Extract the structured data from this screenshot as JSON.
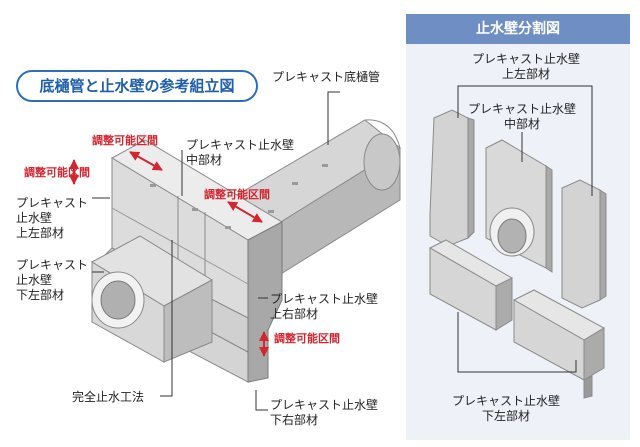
{
  "title": "底樋管と止水壁の参考組立図",
  "panel_title": "止水壁分割図",
  "labels": {
    "precast_culvert": "プレキャスト底樋管",
    "middle_member": "プレキャスト止水壁\n中部材",
    "upper_left": "プレキャスト\n止水壁\n上左部材",
    "lower_left": "プレキャスト\n止水壁\n下左部材",
    "upper_right": "プレキャスト止水壁\n上右部材",
    "lower_right": "プレキャスト止水壁\n下右部材",
    "full_waterstop": "完全止水工法",
    "adjustable_1": "調整可能区間",
    "adjustable_2": "調整可能区間",
    "adjustable_3": "調整可能区間",
    "adjustable_4": "調整可能区間"
  },
  "panel_labels": {
    "upper_left": "プレキャスト止水壁\n上左部材",
    "middle": "プレキャスト止水壁\n中部材",
    "lower_left": "プレキャスト止水壁\n下左部材"
  },
  "colors": {
    "accent_blue": "#2e6fb7",
    "panel_header": "#6f8fc4",
    "panel_bg": "#eef1f7",
    "arrow_red": "#d22630",
    "concrete_light": "#e6e6e6",
    "concrete_mid": "#cfcfcf",
    "concrete_dark": "#a9a9a9"
  }
}
